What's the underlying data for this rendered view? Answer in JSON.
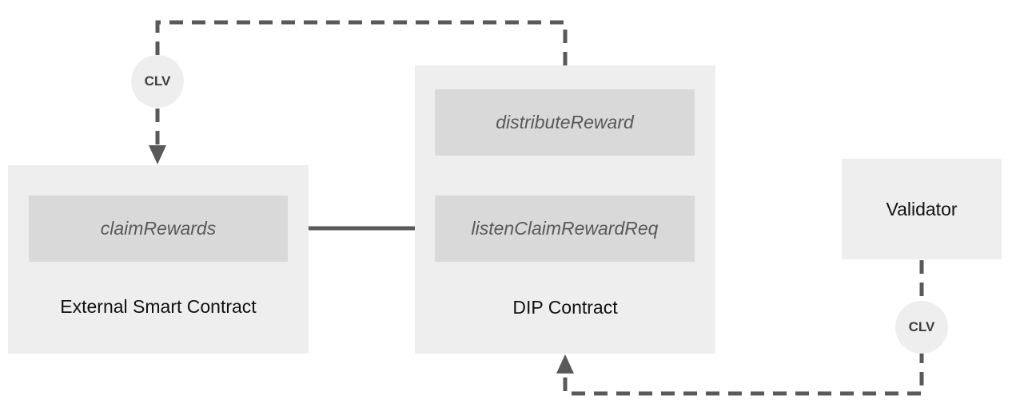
{
  "nodes": {
    "external_contract": {
      "label": "External Smart Contract",
      "function": "claimRewards"
    },
    "dip_contract": {
      "label": "DIP Contract",
      "functions": [
        "distributeReward",
        "listenClaimRewardReq"
      ]
    },
    "validator": {
      "label": "Validator"
    }
  },
  "badges": [
    "CLV",
    "CLV"
  ],
  "colors": {
    "container_fill": "#eeeeee",
    "function_fill": "#d9d9d9",
    "function_text": "#595959",
    "connector": "#595959"
  }
}
